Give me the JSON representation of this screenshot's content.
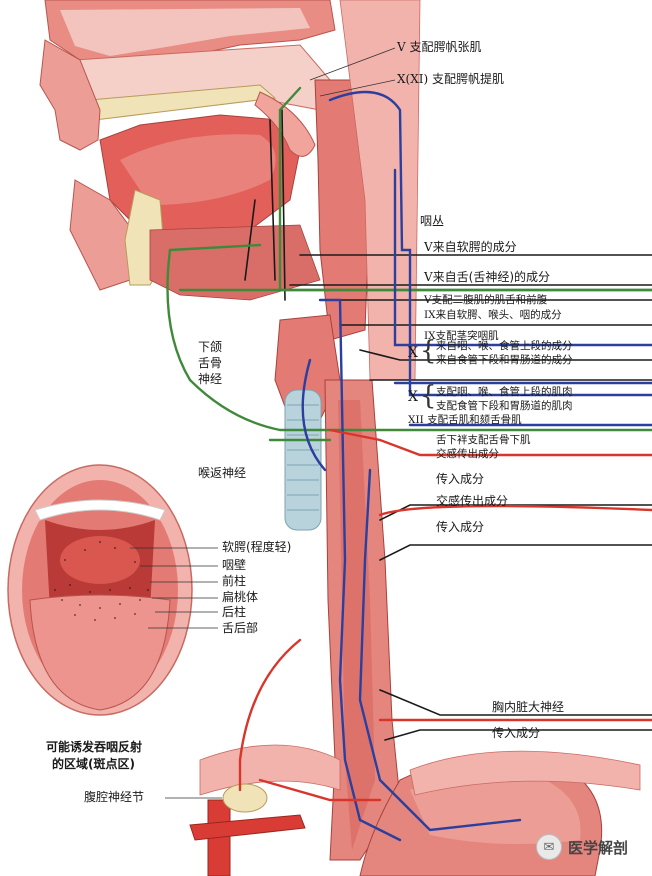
{
  "labels": {
    "v_tensor": "支配腭帆张肌",
    "x_levator": "支配腭帆提肌",
    "pharyngeal_plexus": "咽丛",
    "v_soft_palate": "来自软腭的成分",
    "v_tongue": "来自舌(舌神经)的成分",
    "v_digastric": "支配二腹肌的肌舌和前腹",
    "ix_from": "来自软腭、喉头、咽的成分",
    "ix_stylo": "支配茎突咽肌",
    "x_from1": "来自咽、喉、食管上段的成分",
    "x_from2": "来自食管下段和胃肠道的成分",
    "x_mus1": "支配咽、喉、食管上段的肌肉",
    "x_mus2": "支配食管下段和胃肠道的肌肉",
    "xii_tongue": "支配舌肌和颏舌骨肌",
    "ansa": "舌下袢支配舌骨下肌",
    "symp1": "交感传出成分",
    "afferent1": "传入成分",
    "symp2": "交感传出成分",
    "afferent2": "传入成分",
    "mandibular_l1": "下颌",
    "mandibular_l2": "舌骨",
    "mandibular_l3": "神经",
    "recurrent": "喉返神经",
    "soft_palate_region": "软腭(程度轻)",
    "pharynx_wall": "咽壁",
    "anterior_pillar": "前柱",
    "tonsil": "扁桃体",
    "posterior_pillar": "后柱",
    "tongue_back": "舌后部",
    "caption_l1": "可能诱发吞咽反射",
    "caption_l2": "的区域(斑点区)",
    "thoracic_splanchnic": "胸内脏大神经",
    "afferent3": "传入成分",
    "celiac": "腹腔神经节"
  },
  "roman": {
    "v": "V",
    "x_xi": "X(XI)",
    "ix": "IX",
    "x": "X",
    "xii": "XII"
  },
  "watermark": {
    "text": "医学解剖",
    "icon": "wechat-icon"
  },
  "colors": {
    "motor": "#2b3f9e",
    "efferent_green": "#3f8a3a",
    "sympathetic": "#d8362b",
    "sensory_black": "#1a1a1a",
    "tissue": "#e47a74",
    "mucosa": "#f2b3ad",
    "cartilage": "#b8d3dc",
    "bone": "#efe3b7"
  }
}
